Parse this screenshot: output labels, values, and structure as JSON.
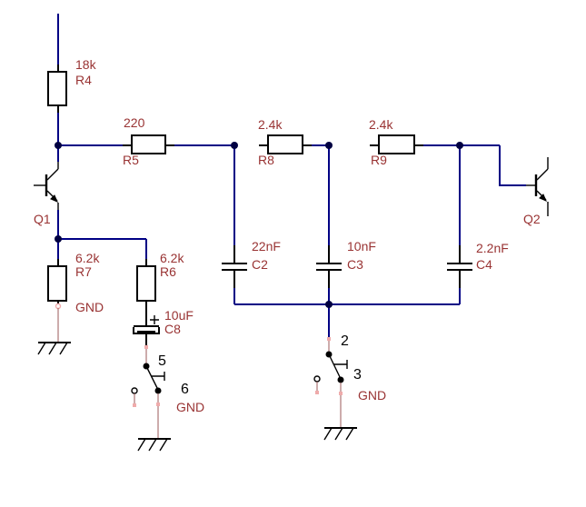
{
  "theme": {
    "background": "#ffffff",
    "wire": "#000084",
    "component_outline": "#000000",
    "label": "#993333",
    "pin_number": "#000000",
    "ground_wire": "#9b5a5a",
    "pin_marker": "#efabab",
    "junction": "#000042"
  },
  "components": {
    "r4": {
      "ref": "R4",
      "value": "18k"
    },
    "r5": {
      "ref": "R5",
      "value": "220"
    },
    "r6": {
      "ref": "R6",
      "value": "6.2k"
    },
    "r7": {
      "ref": "R7",
      "value": "6.2k"
    },
    "r8": {
      "ref": "R8",
      "value": "2.4k"
    },
    "r9": {
      "ref": "R9",
      "value": "2.4k"
    },
    "c2": {
      "ref": "C2",
      "value": "22nF"
    },
    "c3": {
      "ref": "C3",
      "value": "10nF"
    },
    "c4": {
      "ref": "C4",
      "value": "2.2nF"
    },
    "c8": {
      "ref": "C8",
      "value": "10uF"
    },
    "q1": {
      "ref": "Q1"
    },
    "q2": {
      "ref": "Q2"
    }
  },
  "switches": {
    "sw1": {
      "pin_top": "5",
      "pin_bottom": "6",
      "net_label": "GND"
    },
    "sw2": {
      "pin_top": "2",
      "pin_bottom": "3",
      "net_label": "GND"
    }
  },
  "ground_labels": {
    "r7": "GND"
  }
}
